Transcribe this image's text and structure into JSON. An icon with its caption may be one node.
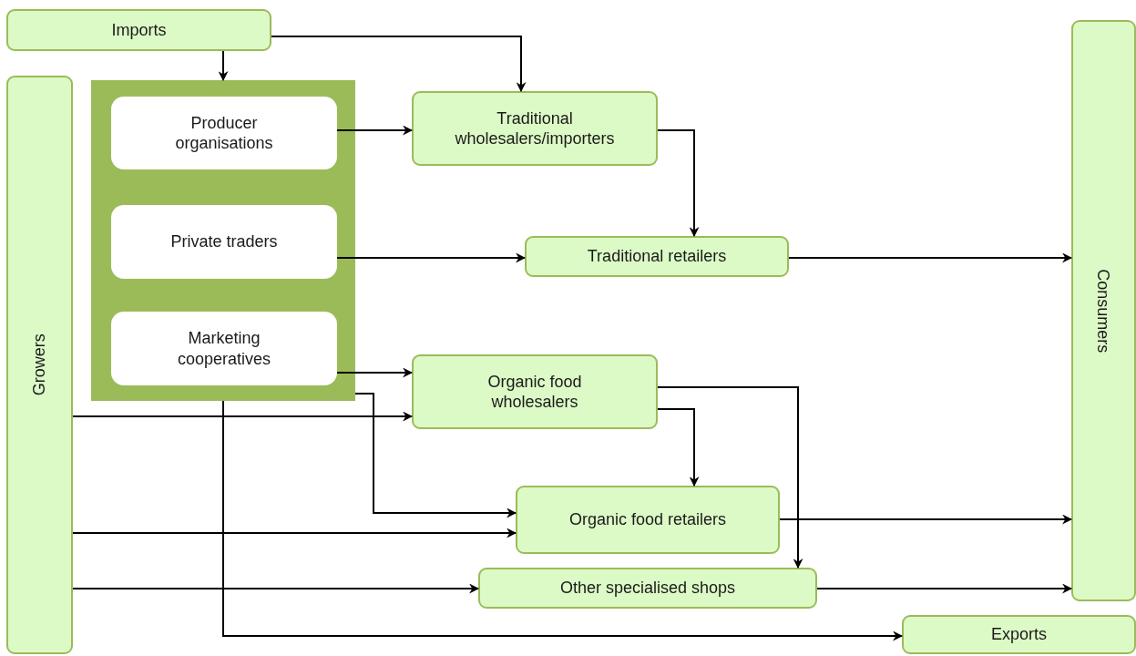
{
  "diagram": {
    "nodes": [
      {
        "text": [
          "Imports"
        ]
      },
      {
        "text": [
          "Growers"
        ]
      },
      {
        "text": [],
        "shape": "box"
      },
      {
        "text": [
          "Producer organisations"
        ],
        "in": 2
      },
      {
        "text": [
          "Private traders"
        ],
        "in": 2
      },
      {
        "text": [
          "Marketing cooperatives"
        ],
        "in": 2
      },
      {
        "text": [
          "Traditional wholesalers/importers"
        ]
      },
      {
        "text": [
          "Traditional retailers"
        ]
      },
      {
        "text": [
          "Organic food wholesalers"
        ]
      },
      {
        "text": [
          "Organic food retailers"
        ]
      },
      {
        "text": [
          "Other specialised shops"
        ]
      },
      {
        "text": [
          "Consumers"
        ]
      },
      {
        "text": [
          "Exports"
        ]
      }
    ],
    "edges": [
      {
        "from": 0,
        "to": 2,
        "arrow": "to"
      },
      {
        "from": 0,
        "to": 6,
        "arrow": "to"
      },
      {
        "from": 3,
        "to": 6,
        "arrow": "to"
      },
      {
        "from": 4,
        "to": 7,
        "arrow": "to"
      },
      {
        "from": 6,
        "to": 7,
        "arrow": "to"
      },
      {
        "from": 7,
        "to": 11,
        "arrow": "to"
      },
      {
        "from": 5,
        "to": 8,
        "arrow": "to"
      },
      {
        "from": 1,
        "to": 8,
        "arrow": "to"
      },
      {
        "from": 2,
        "to": 9,
        "arrow": "to"
      },
      {
        "from": 1,
        "to": 9,
        "arrow": "to"
      },
      {
        "from": 1,
        "to": 10,
        "arrow": "to"
      },
      {
        "from": 2,
        "to": 12,
        "arrow": "to"
      },
      {
        "from": 8,
        "to": 9,
        "arrow": "to"
      },
      {
        "from": 8,
        "to": 10,
        "arrow": "to"
      },
      {
        "from": 9,
        "to": 11,
        "arrow": "to"
      },
      {
        "from": 10,
        "to": 11,
        "arrow": "to"
      }
    ]
  }
}
